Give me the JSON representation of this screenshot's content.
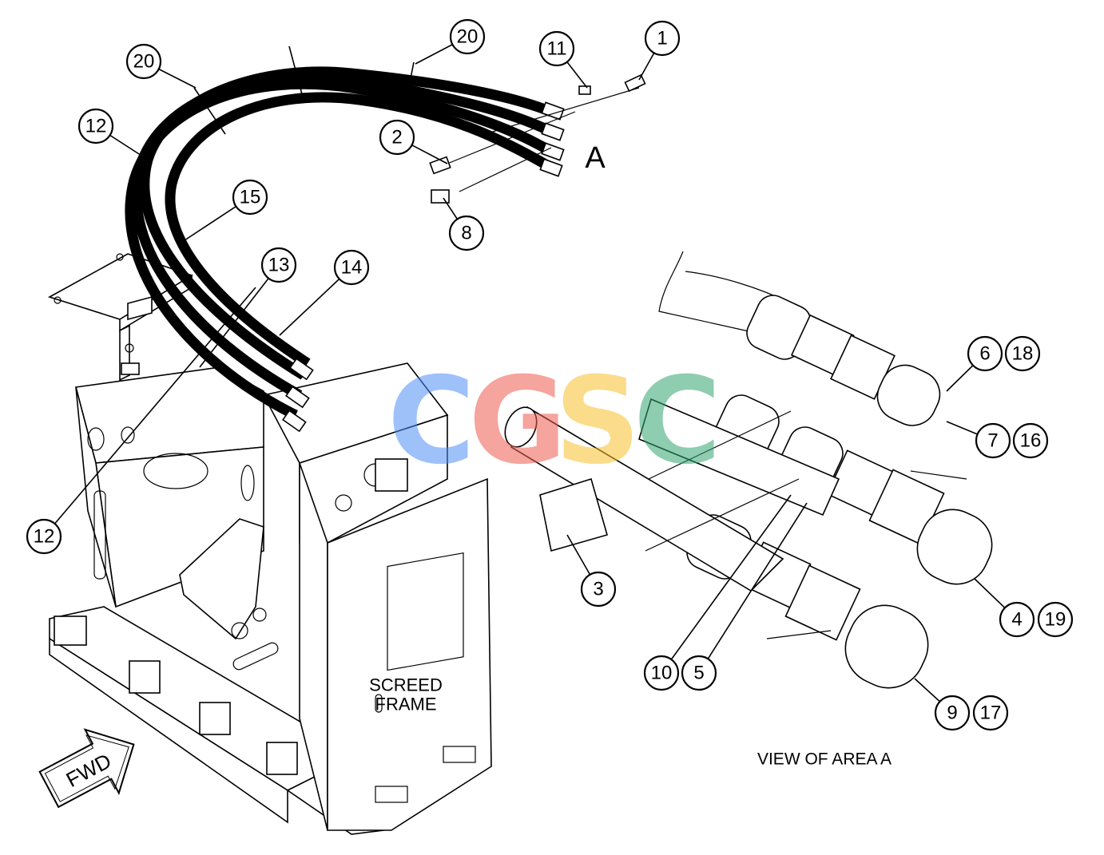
{
  "labels": {
    "area_marker": "A",
    "screed_line1": "SCREED",
    "screed_line2": "FRAME",
    "view_caption": "VIEW OF AREA A",
    "fwd": "FWD"
  },
  "watermark": {
    "letters": [
      "C",
      "G",
      "S",
      "C"
    ],
    "colors": [
      "#4f8ff7",
      "#ee5a4f",
      "#f6c12d",
      "#33a66f"
    ]
  },
  "callouts": [
    "1",
    "2",
    "3",
    "4",
    "5",
    "6",
    "7",
    "8",
    "9",
    "10",
    "11",
    "12",
    "12",
    "13",
    "14",
    "15",
    "16",
    "17",
    "18",
    "19",
    "20",
    "20"
  ],
  "colors": {
    "line": "#000000",
    "background": "#ffffff"
  }
}
